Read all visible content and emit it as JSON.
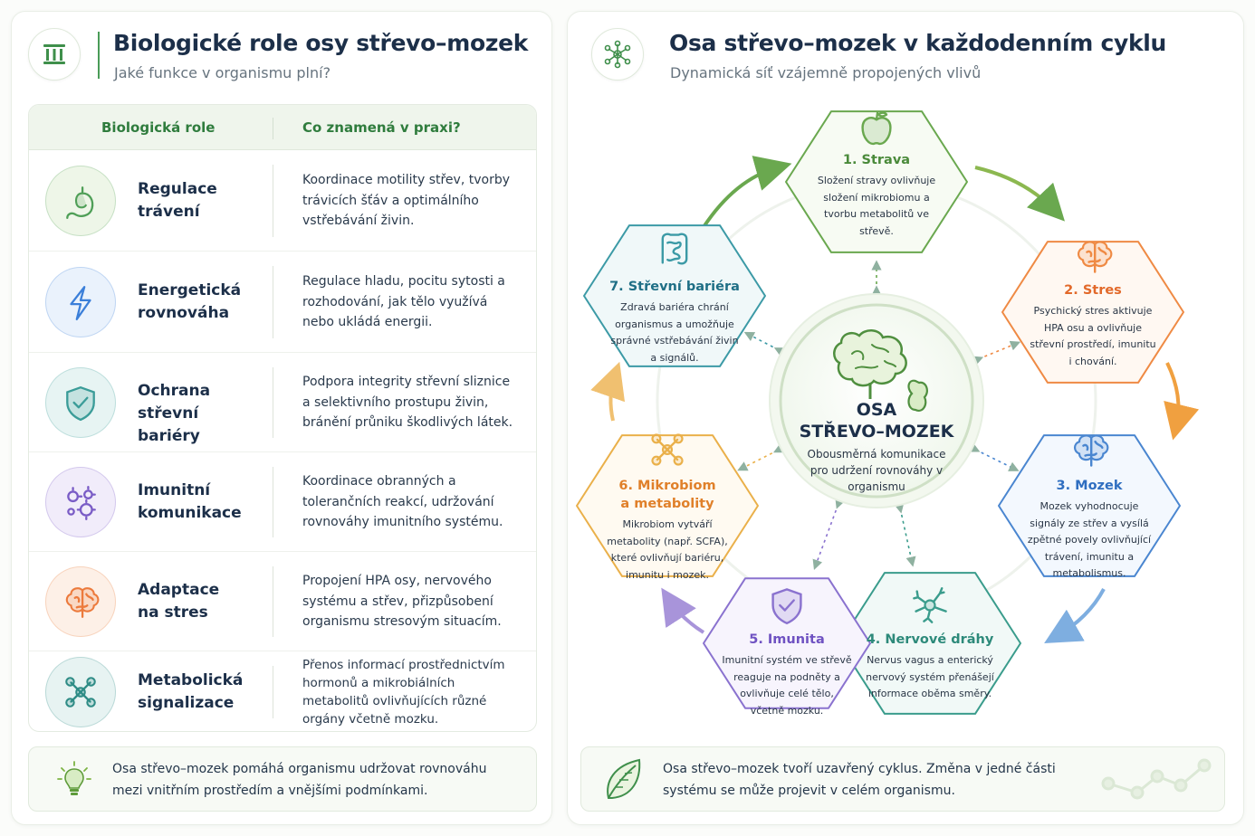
{
  "left": {
    "title": "Biologické role osy střevo–mozek",
    "subtitle": "Jaké funkce v organismu plní?",
    "table": {
      "col1": "Biologická role",
      "col2": "Co znamená v praxi?",
      "rows": [
        {
          "name": "Regulace\ntrávení",
          "desc": "Koordinace motility střev, tvorby trávicích šťáv a optimálního vstřebávání živin.",
          "icon": "stomach-icon",
          "color": "#4f9f57"
        },
        {
          "name": "Energetická\nrovnováha",
          "desc": "Regulace hladu, pocitu sytosti a rozhodování, jak tělo využívá nebo ukládá energii.",
          "icon": "lightning-icon",
          "color": "#3b7fd9"
        },
        {
          "name": "Ochrana střevní\nbariéry",
          "desc": "Podpora integrity střevní sliznice a selektivního prostupu živin, bránění průniku škodlivých látek.",
          "icon": "shield-check-icon",
          "color": "#3a9c98"
        },
        {
          "name": "Imunitní\nkomunikace",
          "desc": "Koordinace obranných a tolerančních reakcí, udržování rovnováhy imunitního systému.",
          "icon": "immune-cells-icon",
          "color": "#7a5cc6"
        },
        {
          "name": "Adaptace\nna stres",
          "desc": "Propojení HPA osy, nervového systému a střev, přizpůsobení organismu stresovým situacím.",
          "icon": "brain-icon",
          "color": "#ec7a3c"
        },
        {
          "name": "Metabolická\nsignalizace",
          "desc": "Přenos informací prostřednictvím hormonů a mikrobiálních metabolitů ovlivňujících různé orgány včetně mozku.",
          "icon": "molecule-icon",
          "color": "#2f8c86"
        }
      ]
    },
    "note": "Osa střevo–mozek pomáhá organismu udržovat rovnováhu mezi vnitřním prostředím a vnějšími podmínkami.",
    "header_icon": "pillar-icon",
    "note_icon": "lightbulb-icon"
  },
  "right": {
    "title": "Osa střevo–mozek v každodenním cyklu",
    "subtitle": "Dynamická síť vzájemně propojených vlivů",
    "header_icon": "network-icon",
    "center": {
      "title": "OSA\nSTŘEVO–MOZEK",
      "desc": "Obousměrná komunikace pro udržení rovnováhy v organismu",
      "icon": "brain-gut-icon"
    },
    "nodes": [
      {
        "title": "1. Strava",
        "desc": "Složení stravy ovlivňuje složení mikrobiomu a tvorbu metabolitů ve střevě.",
        "icon": "apple-icon",
        "color": "#6aa84f",
        "tcolor": "#4a8a3a"
      },
      {
        "title": "2. Stres",
        "desc": "Psychický stres aktivuje HPA osu a ovlivňuje střevní prostředí, imunitu i chování.",
        "icon": "brain-icon",
        "color": "#ef8a44",
        "tcolor": "#e2692a"
      },
      {
        "title": "3. Mozek",
        "desc": "Mozek vyhodnocuje signály ze střev a vysílá zpětné povely ovlivňující trávení, imunitu a metabolismus.",
        "icon": "brain-icon",
        "color": "#4a86d0",
        "tcolor": "#2f6ec0"
      },
      {
        "title": "4. Nervové dráhy",
        "desc": "Nervus vagus a enterický nervový systém přenášejí informace oběma směry.",
        "icon": "neuron-icon",
        "color": "#3a9c8c",
        "tcolor": "#2d8a7a"
      },
      {
        "title": "5. Imunita",
        "desc": "Imunitní systém ve střevě reaguje na podněty a ovlivňuje celé tělo, včetně mozku.",
        "icon": "shield-check-icon",
        "color": "#8a72cf",
        "tcolor": "#6f52c2"
      },
      {
        "title": "6. Mikrobiom\na metabolity",
        "desc": "Mikrobiom vytváří metabolity (např. SCFA), které ovlivňují bariéru, imunitu i mozek.",
        "icon": "molecule-icon",
        "color": "#eab04a",
        "tcolor": "#e0802a"
      },
      {
        "title": "7. Střevní bariéra",
        "desc": "Zdravá bariéra chrání organismus a umožňuje správné vstřebávání živin a signálů.",
        "icon": "intestine-icon",
        "color": "#3c9aa6",
        "tcolor": "#1f6f86"
      }
    ],
    "note": "Osa střevo–mozek tvoří uzavřený cyklus. Změna v jedné části systému se může projevit v celém organismu.",
    "note_icon": "leaf-icon"
  }
}
